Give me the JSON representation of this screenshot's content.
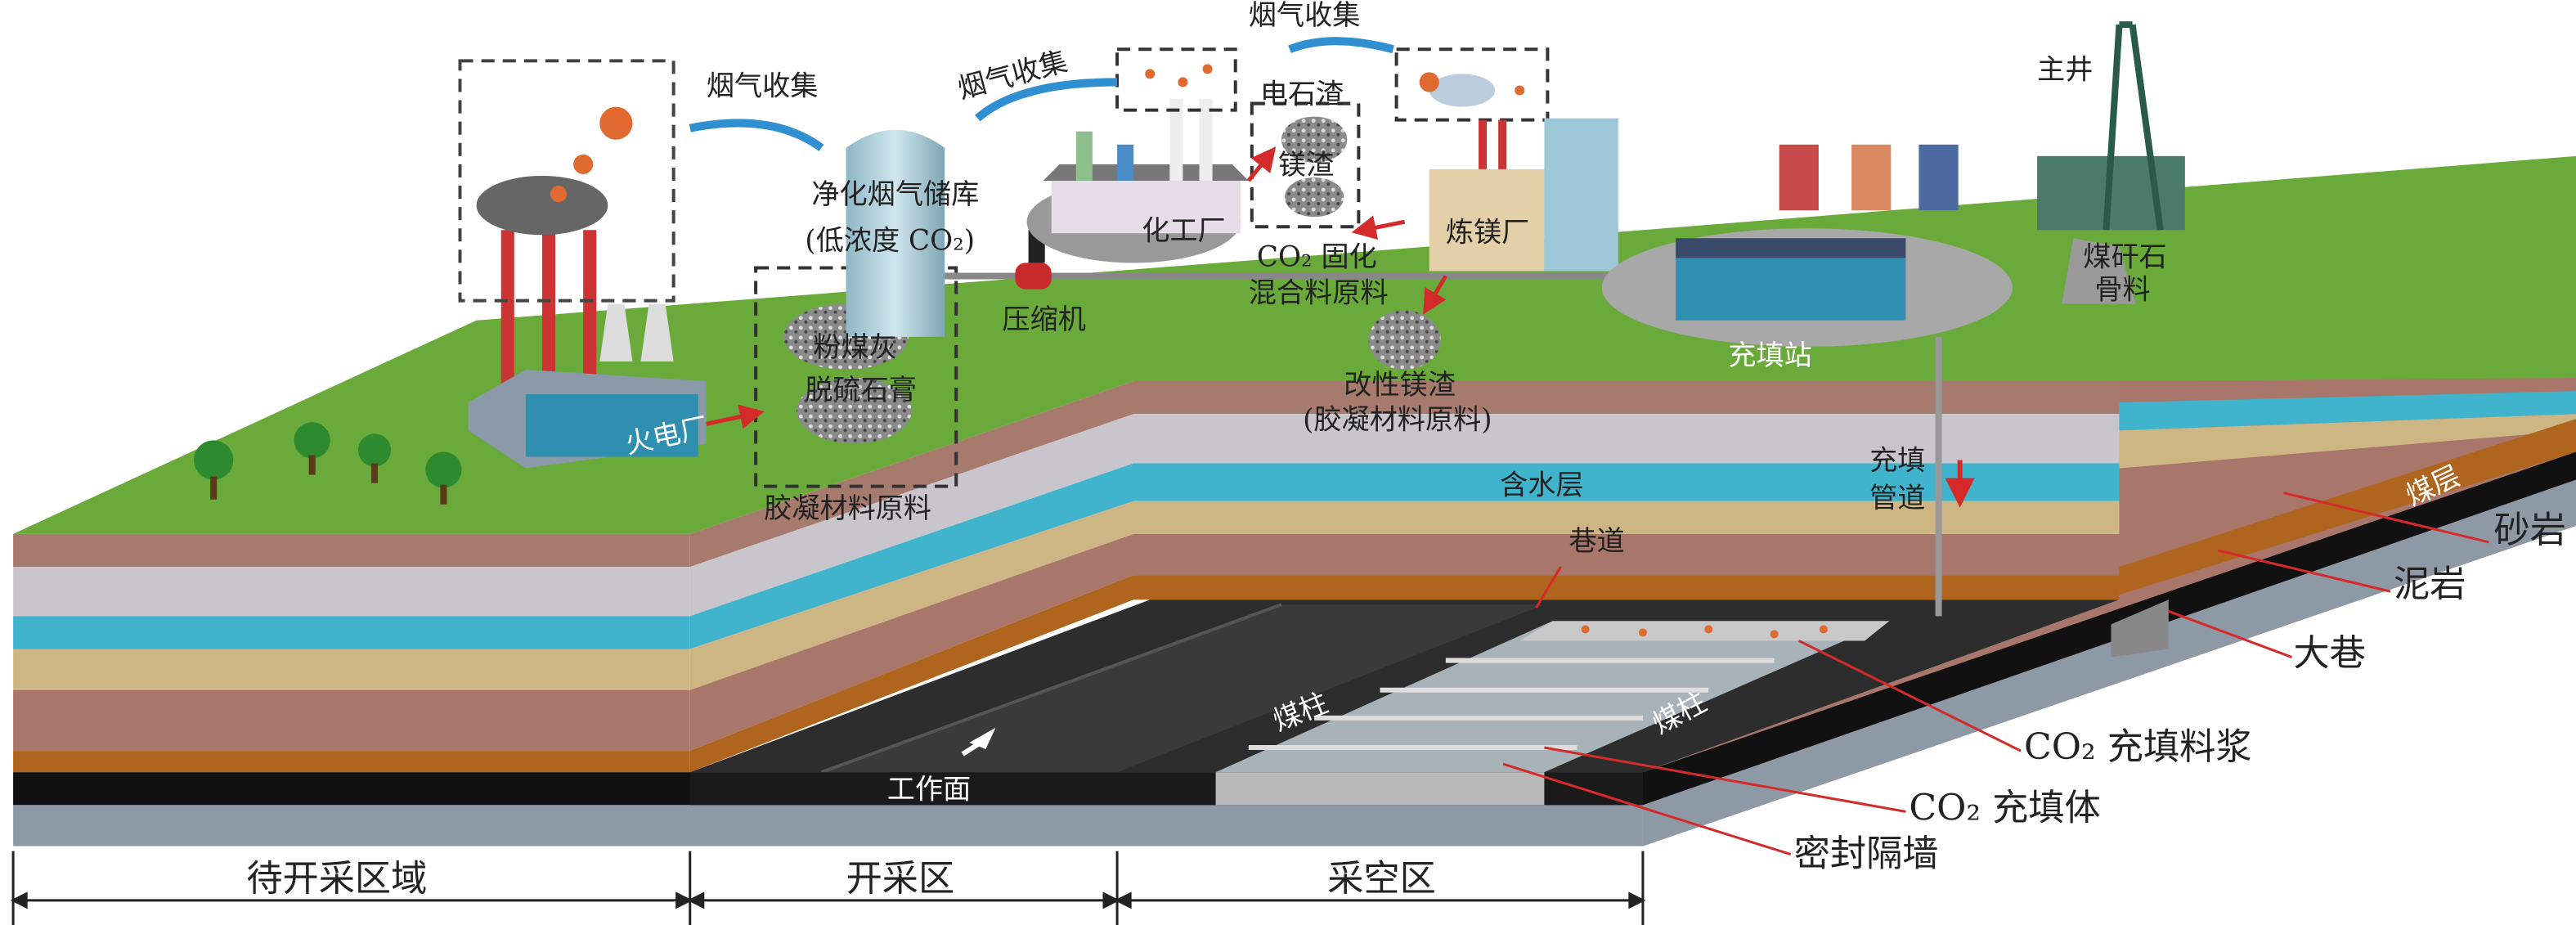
{
  "labels": {
    "flue_gas_1": "烟气收集",
    "flue_gas_2": "烟气收集",
    "flue_gas_3": "烟气收集",
    "carbide_slag": "电石渣",
    "magnesium_slag": "镁渣",
    "storage_1": "净化烟气储库",
    "storage_2": "(低浓度 CO₂)",
    "chemical_plant": "化工厂",
    "co2_solidify_1": "CO₂ 固化",
    "co2_solidify_2": "混合料原料",
    "magnesium_plant": "炼镁厂",
    "compressor": "压缩机",
    "main_shaft": "主井",
    "gangue_1": "煤矸石",
    "gangue_2": "骨料",
    "filling_station": "充填站",
    "modified_slag_1": "改性镁渣",
    "modified_slag_2": "(胶凝材料原料)",
    "fly_ash": "粉煤灰",
    "gypsum": "脱硫石膏",
    "binder_raw": "胶凝材料原料",
    "power_plant": "火电厂",
    "aquifer": "含水层",
    "pipe_1": "充填",
    "pipe_2": "管道",
    "roadway": "巷道",
    "coal_seam": "煤层",
    "sandstone": "砂岩",
    "mudstone": "泥岩",
    "main_roadway": "大巷",
    "coal_pillar_1": "煤柱",
    "coal_pillar_2": "煤柱",
    "working_face": "工作面",
    "slurry": "CO₂ 充填料浆",
    "filling_body": "CO₂ 充填体",
    "seal_wall": "密封隔墙"
  },
  "zones": [
    "待开采区域",
    "开采区",
    "采空区"
  ],
  "colors": {
    "grass": "#6aaa3a",
    "water": "#3fb4cc",
    "mudstone": "#a8766a",
    "sandstone_tan": "#cdb683",
    "coal": "#111111",
    "arrow_blue": "#2f8fd0",
    "leader_red": "#d42a2a"
  }
}
